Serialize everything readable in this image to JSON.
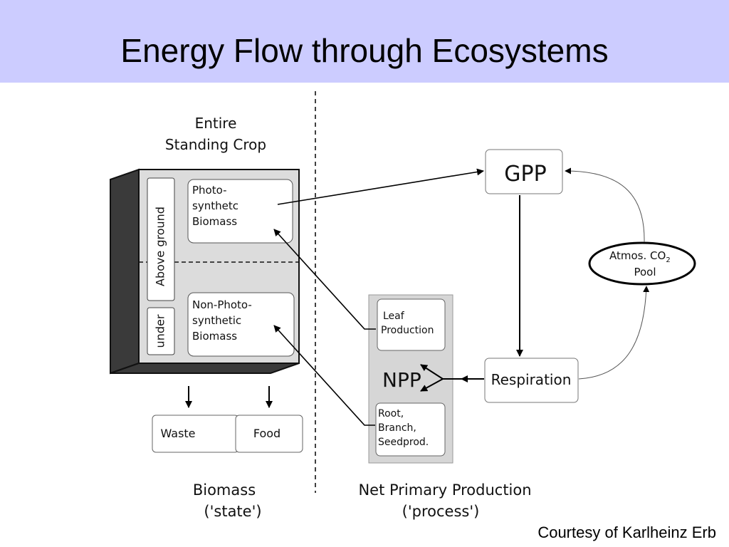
{
  "title": "Energy Flow through Ecosystems",
  "courtesy": "Courtesy of Karlheinz Erb",
  "left": {
    "header_line1": "Entire",
    "header_line2": "Standing Crop",
    "above_ground": "Above ground",
    "under": "under",
    "photo_line1": "Photo-",
    "photo_line2": "synthetc",
    "photo_line3": "Biomass",
    "nonphoto_line1": "Non-Photo-",
    "nonphoto_line2": "synthetic",
    "nonphoto_line3": "Biomass",
    "waste": "Waste",
    "food": "Food",
    "footer_line1": "Biomass",
    "footer_line2": "('state')"
  },
  "right": {
    "gpp": "GPP",
    "atmos_line1": "Atmos. CO",
    "atmos_sub": "2",
    "atmos_line2": "Pool",
    "respiration": "Respiration",
    "npp": "NPP",
    "leaf_line1": "Leaf",
    "leaf_line2": "Production",
    "root_line1": "Root,",
    "root_line2": "Branch,",
    "root_line3": "Seedprod.",
    "footer_line1": "Net Primary Production",
    "footer_line2": "('process')"
  },
  "colors": {
    "title_band": "#ccccff",
    "box_side": "#3a3a3a",
    "box_face": "#dcdcdc",
    "npp_panel": "#d6d6d6"
  }
}
